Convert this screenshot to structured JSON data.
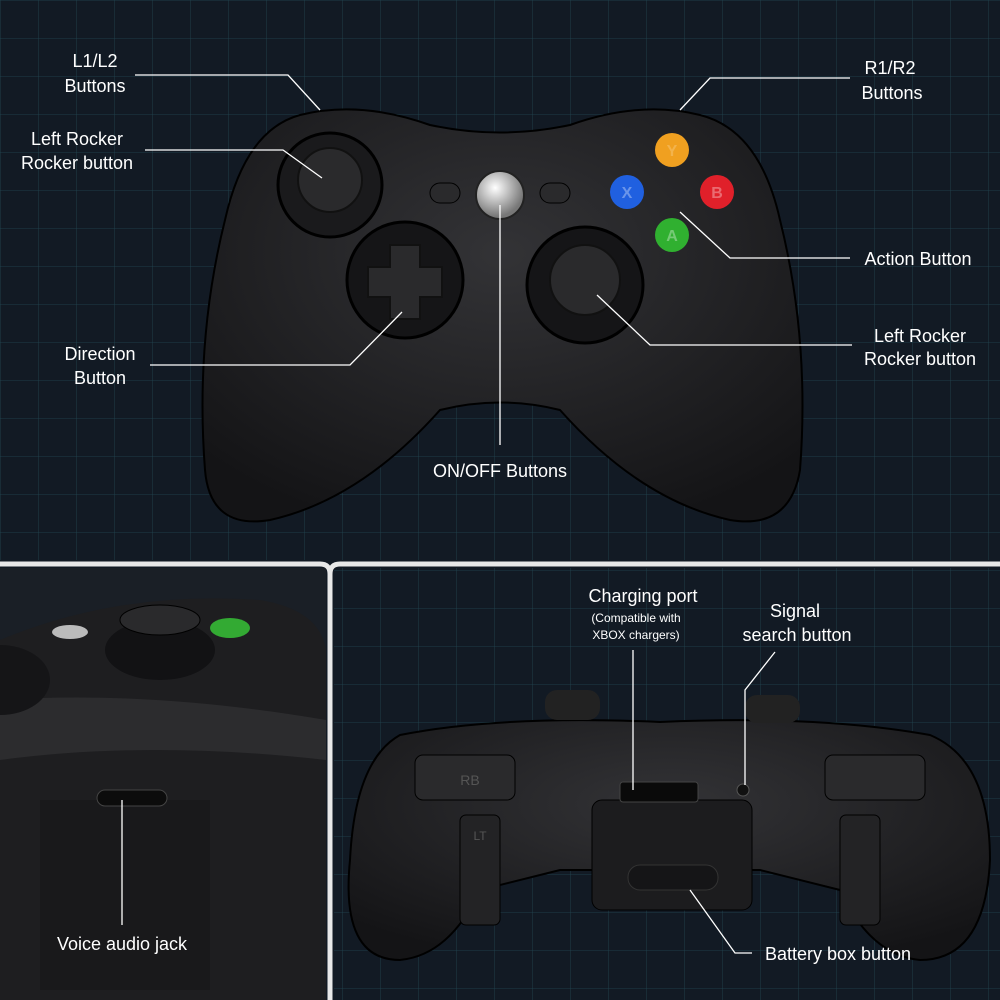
{
  "colors": {
    "background": "#121a24",
    "grid": "#2a5a66",
    "controller_body": "#1c1c1e",
    "button_y": "#f0a020",
    "button_b": "#e0202a",
    "button_x": "#2060e0",
    "button_a": "#30b030",
    "label_text": "#ffffff"
  },
  "top_panel": {
    "labels": {
      "l1l2": [
        "L1/L2",
        "Buttons"
      ],
      "r1r2": [
        "R1/R2",
        "Buttons"
      ],
      "left_rocker": [
        "Left Rocker",
        "Rocker button"
      ],
      "action": [
        "Action Button"
      ],
      "right_rocker": [
        "Left Rocker",
        "Rocker button"
      ],
      "direction": [
        "Direction",
        "Button"
      ],
      "power": [
        "ON/OFF Buttons"
      ]
    },
    "face_buttons": [
      "Y",
      "B",
      "X",
      "A"
    ]
  },
  "bottom_left_panel": {
    "labels": {
      "audio_jack": "Voice audio jack"
    }
  },
  "bottom_right_panel": {
    "labels": {
      "charging_title": "Charging port",
      "charging_note": [
        "(Compatible with",
        "XBOX chargers)"
      ],
      "signal": [
        "Signal",
        "search button"
      ],
      "battery": "Battery box button"
    },
    "bumper_labels": [
      "RB",
      "LT"
    ]
  }
}
